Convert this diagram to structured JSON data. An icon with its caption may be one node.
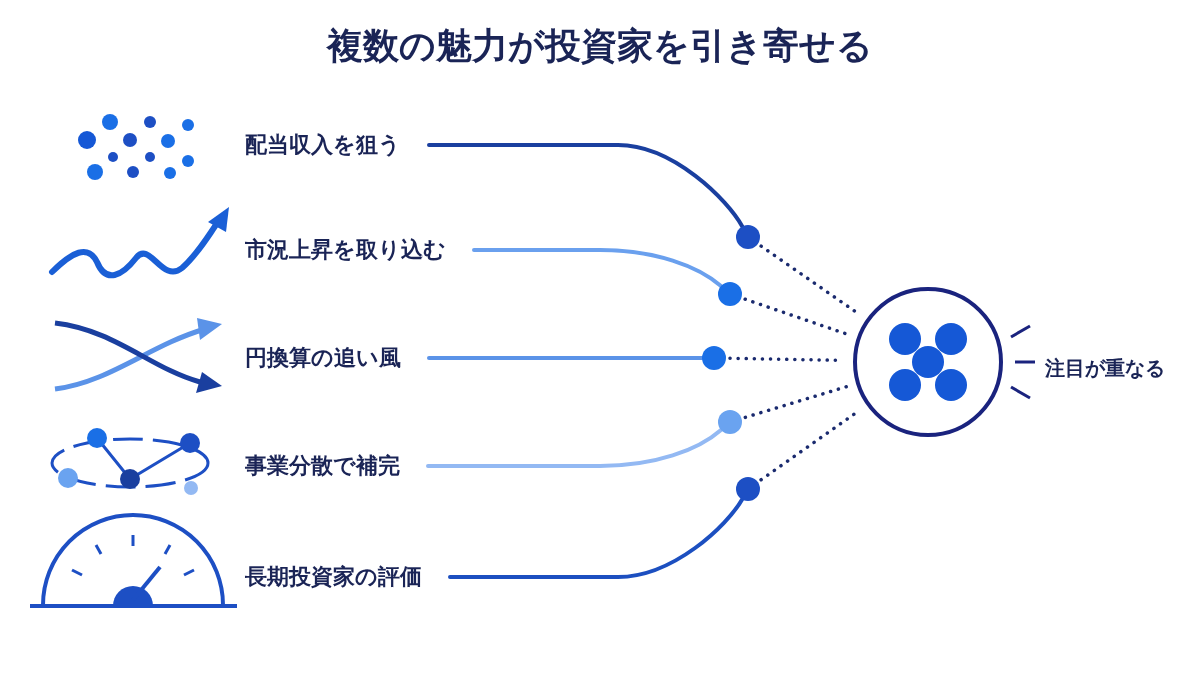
{
  "diagram": {
    "title": "複数の魅力が投資家を引き寄せる",
    "nodes": [
      {
        "text": [
          "配当収入を狙う"
        ]
      },
      {
        "text": [
          "市況上昇を取り込む"
        ]
      },
      {
        "text": [
          "円換算の追い風"
        ]
      },
      {
        "text": [
          "事業分散で補完"
        ]
      },
      {
        "text": [
          "長期投資家の評価"
        ]
      },
      {
        "text": [],
        "shape": "circle"
      },
      {
        "text": [],
        "shape": "circle"
      },
      {
        "text": [],
        "shape": "circle"
      },
      {
        "text": [],
        "shape": "circle"
      },
      {
        "text": [],
        "shape": "circle"
      },
      {
        "text": [],
        "shape": "circle",
        "beside": [
          "注目が重なる"
        ]
      }
    ],
    "edges": [
      {
        "from": 0,
        "to": 5,
        "arrow": "none",
        "color": "#1a3f9f"
      },
      {
        "from": 1,
        "to": 6,
        "arrow": "none",
        "color": "#6aa0ee"
      },
      {
        "from": 2,
        "to": 7,
        "arrow": "none",
        "color": "#5b93e8"
      },
      {
        "from": 3,
        "to": 8,
        "arrow": "none",
        "color": "#93b9f3"
      },
      {
        "from": 4,
        "to": 9,
        "arrow": "none",
        "color": "#1c4fc0"
      },
      {
        "from": 5,
        "to": 10,
        "arrow": "none",
        "style": "dashed"
      },
      {
        "from": 6,
        "to": 10,
        "arrow": "none",
        "style": "dashed"
      },
      {
        "from": 7,
        "to": 10,
        "arrow": "none",
        "style": "dashed"
      },
      {
        "from": 8,
        "to": 10,
        "arrow": "none",
        "style": "dashed"
      },
      {
        "from": 9,
        "to": 10,
        "arrow": "none",
        "style": "dashed"
      }
    ]
  }
}
